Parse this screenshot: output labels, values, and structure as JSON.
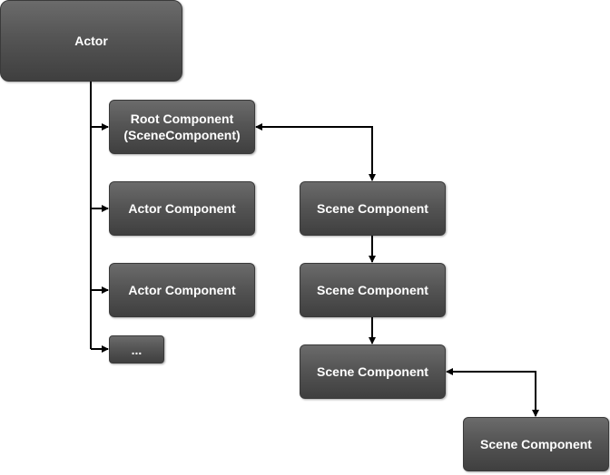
{
  "nodes": {
    "actor": "Actor",
    "root_component": "Root Component\n(SceneComponent)",
    "actor_component_1": "Actor Component",
    "actor_component_2": "Actor Component",
    "ellipsis": "...",
    "scene_component_1": "Scene Component",
    "scene_component_2": "Scene Component",
    "scene_component_3": "Scene Component",
    "scene_component_4": "Scene Component"
  },
  "colors": {
    "node_top": "#6b6b6b",
    "node_bottom": "#3f3f3f",
    "node_text": "#ffffff",
    "connector": "#000000"
  }
}
